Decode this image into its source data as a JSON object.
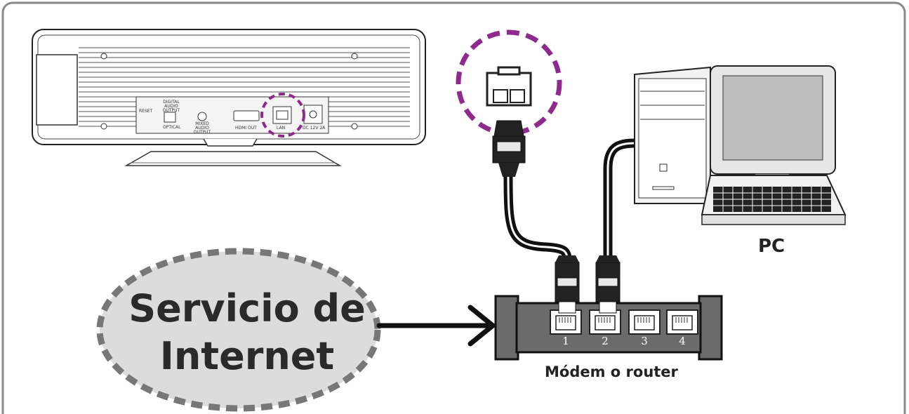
{
  "internet_cloud": {
    "line1": "Servicio de",
    "line2": "Internet"
  },
  "pc": {
    "label": "PC"
  },
  "router": {
    "label": "Módem o router",
    "ports": [
      "1",
      "2",
      "3",
      "4"
    ]
  },
  "device_back_panel": {
    "reset": "RESET",
    "digital_audio_output": "DIGITAL AUDIO OUTPUT",
    "optical": "OPTICAL",
    "mixed_audio_output": "MIXED AUDIO OUTPUT",
    "hdmi_out": "HDMI OUT",
    "lan": "LAN",
    "dc": "DC 12V 2A"
  },
  "colors": {
    "highlight": "#8e2a8e",
    "cloud_fill": "#dcdcdc",
    "cloud_border": "#777777",
    "router_body": "#6b6b6b",
    "cable": "#111111"
  }
}
